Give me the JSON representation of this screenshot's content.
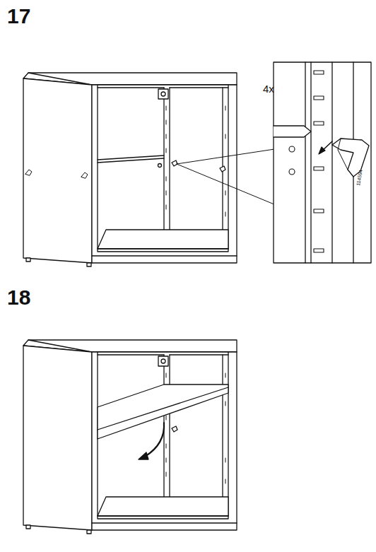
{
  "diagram": {
    "labels": [
      "17",
      "4x",
      "114594",
      "18"
    ]
  }
}
